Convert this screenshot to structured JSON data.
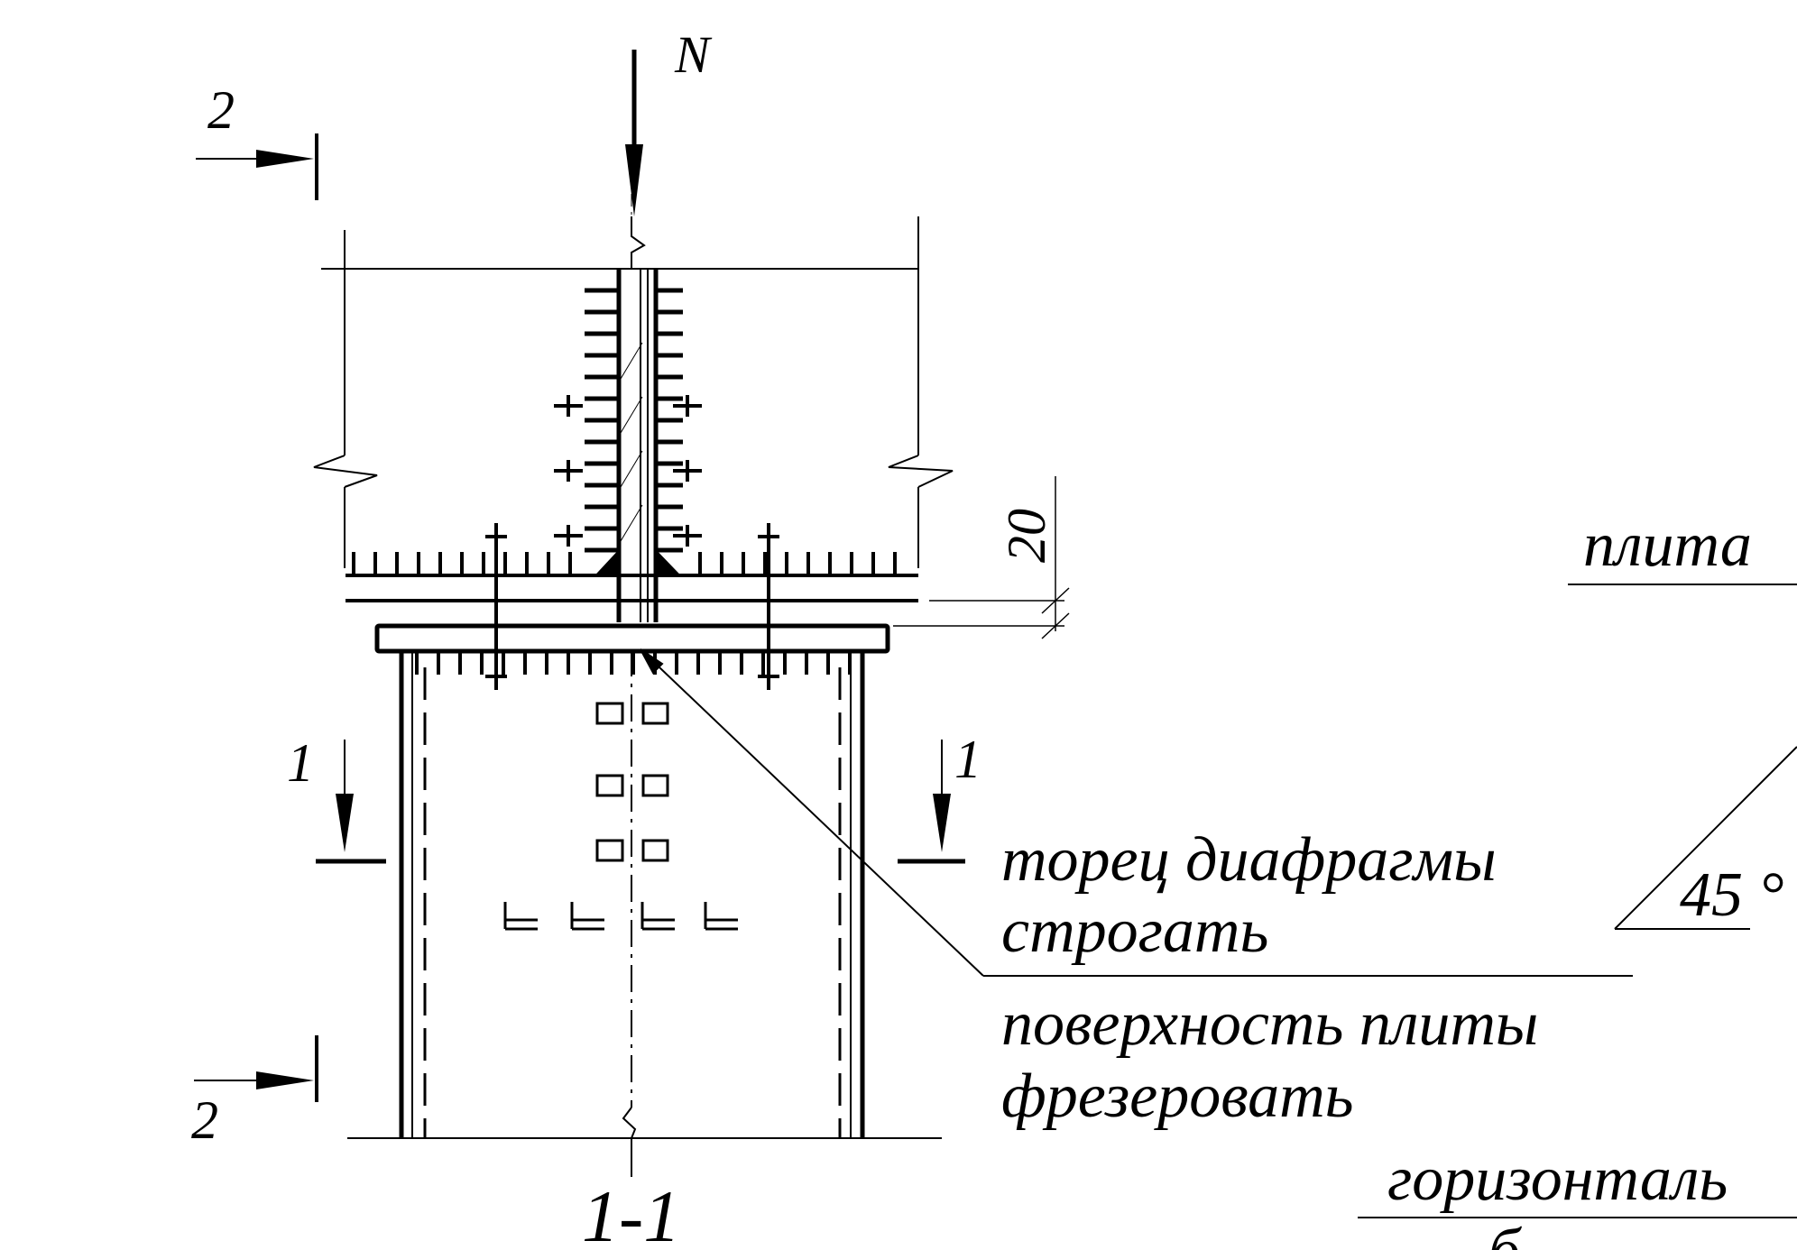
{
  "labels": {
    "force": "N",
    "section_2_top": "2",
    "section_2_bottom": "2",
    "section_1_left": "1",
    "section_1_right": "1",
    "section_title": "1-1",
    "dimension": "20",
    "note_diaphragm_line1": "торец диафрагмы",
    "note_diaphragm_line2": "строгать",
    "note_plate_line1": "поверхность плиты",
    "note_plate_line2": "фрезеровать",
    "right_plate": "плита",
    "angle": "45 °",
    "horizontal": "горизонталь",
    "bottom_partial": "б"
  },
  "colors": {
    "line": "#000000",
    "background": "#ffffff"
  }
}
